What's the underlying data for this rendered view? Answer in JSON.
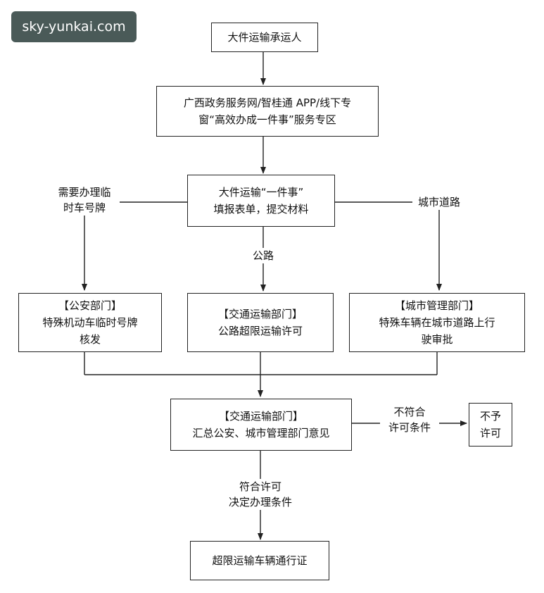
{
  "watermark": "sky-yunkai.com",
  "nodes": {
    "carrier": "大件运输承运人",
    "platform_line1": "广西政务服务网/智桂通 APP/线下专",
    "platform_line2": "窗“高效办成一件事”服务专区",
    "form_line1": "大件运输“一件事”",
    "form_line2": "填报表单，提交材料",
    "police_title": "【公安部门】",
    "police_line1": "特殊机动车临时号牌",
    "police_line2": "核发",
    "transport_title": "【交通运输部门】",
    "transport_line1": "公路超限运输许可",
    "city_title": "【城市管理部门】",
    "city_line1": "特殊车辆在城市道路上行",
    "city_line2": "驶审批",
    "summary_title": "【交通运输部门】",
    "summary_line1": "汇总公安、城市管理部门意见",
    "deny_line1": "不予",
    "deny_line2": "许可",
    "permit": "超限运输车辆通行证"
  },
  "edge_labels": {
    "temp_plate_line1": "需要办理临",
    "temp_plate_line2": "时车号牌",
    "city_road": "城市道路",
    "highway": "公路",
    "not_meet_line1": "不符合",
    "not_meet_line2": "许可条件",
    "meet_line1": "符合许可",
    "meet_line2": "决定办理条件"
  }
}
